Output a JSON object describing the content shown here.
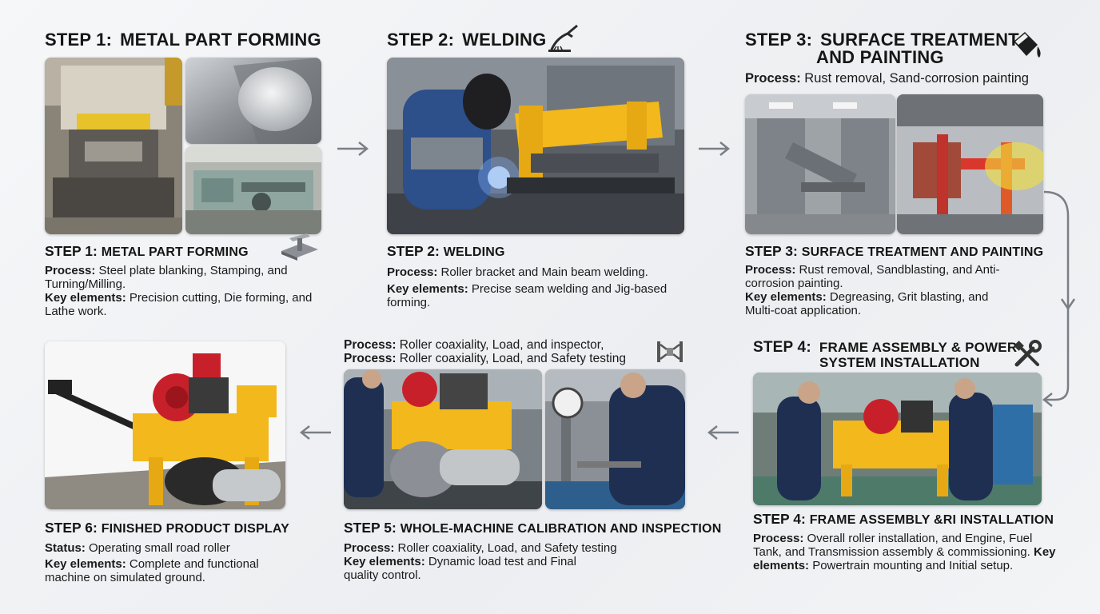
{
  "steps": {
    "s1": {
      "title_num": "STEP 1:",
      "title": "METAL PART FORMING",
      "sub_num": "STEP 1:",
      "sub": "METAL PART FORMING",
      "process_label": "Process:",
      "process": " Steel plate blanking, Stamping, and Turning/Milling.",
      "key_label": "Key elements:",
      "key": " Precision cutting, Die forming, and Lathe work.",
      "icon": "steel-beam-icon"
    },
    "s2": {
      "title_num": "STEP 2:",
      "title": "WELDING",
      "sub_num": "STEP 2:",
      "sub": "WELDING",
      "process_label": "Process:",
      "process": " Roller bracket and Main beam welding.",
      "key_label": "Key elements:",
      "key": " Precise seam welding and Jig-based forming.",
      "icon": "welding-torch-icon"
    },
    "s3": {
      "title_num": "STEP 3:",
      "title_line1": "SURFACE TREATMENT",
      "title_line2": "AND PAINTING",
      "top_process_label": "Process:",
      "top_process": " Rust removal, Sand-corrosion painting",
      "sub_num": "STEP 3:",
      "sub": "SURFACE TREATMENT AND PAINTING",
      "process_label": "Process:",
      "process": " Rust removal, Sandblasting, and Anti-corrosion painting.",
      "key_label": "Key elements:",
      "key": " Degreasing, Grit blasting, and Multi-coat application.",
      "icon": "paint-bucket-icon"
    },
    "s4": {
      "title_num": "STEP 4:",
      "title_line1": "FRAME ASSEMBLY & POWER",
      "title_line2": "SYSTEM INSTALLATION",
      "sub_num": "STEP 4:",
      "sub": "FRAME ASSEMBLY &RI INSTALLATION",
      "process_label": "Process:",
      "process": " Overall roller installation, and Engine, Fuel Tank, and Transmission assembly & commissioning.",
      "key_label": "Key elements:",
      "key": " Powertrain mounting and Initial setup.",
      "icon": "wrench-screwdriver-icon"
    },
    "s5": {
      "top_label_1": "Process:",
      "top_text_1": " Roller coaxiality, Load, and inspector,",
      "top_label_2": "Process:",
      "top_text_2": " Roller coaxiality, Load, and Safety testing",
      "sub_num": "STEP 5:",
      "sub": "WHOLE-MACHINE CALIBRATION AND INSPECTION",
      "process_label": "Process:",
      "process": " Roller coaxiality, Load, and Safety testing",
      "key_label": "Key elements:",
      "key": " Dynamic load test and Final quality control.",
      "icon": "calipers-icon"
    },
    "s6": {
      "sub_num": "STEP 6:",
      "sub": "FINISHED PRODUCT DISPLAY",
      "status_label": "Status:",
      "status": " Operating small road roller",
      "key_label": "Key elements:",
      "key": " Complete and functional machine on simulated ground."
    }
  },
  "colors": {
    "machine_yellow": "#f2b81c",
    "engine_red": "#c8202a",
    "arrow_gray": "#7a7f86",
    "text_dark": "#151515"
  }
}
